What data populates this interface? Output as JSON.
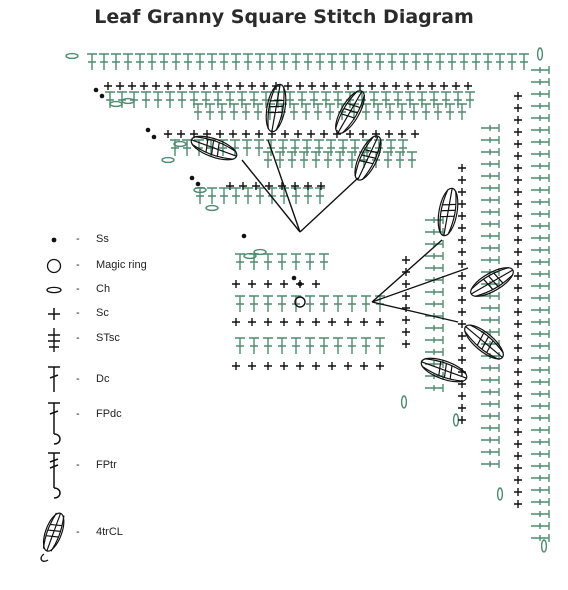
{
  "title": "Leaf Granny Square Stitch Diagram",
  "colors": {
    "green": "#4f8a6f",
    "black": "#111111"
  },
  "legend": [
    {
      "icon": "slip-stitch-icon",
      "dash": "-",
      "label": "Ss"
    },
    {
      "icon": "magic-ring-icon",
      "dash": "-",
      "label": "Magic ring"
    },
    {
      "icon": "chain-icon",
      "dash": "-",
      "label": "Ch"
    },
    {
      "icon": "single-crochet-icon",
      "dash": "-",
      "label": "Sc"
    },
    {
      "icon": "standing-single-crochet-icon",
      "dash": "-",
      "label": "STsc"
    },
    {
      "icon": "double-crochet-icon",
      "dash": "-",
      "label": "Dc"
    },
    {
      "icon": "front-post-double-crochet-icon",
      "dash": "-",
      "label": "FPdc"
    },
    {
      "icon": "front-post-treble-icon",
      "dash": "-",
      "label": "FPtr"
    },
    {
      "icon": "four-treble-cluster-icon",
      "dash": "-",
      "label": "4trCL"
    }
  ]
}
